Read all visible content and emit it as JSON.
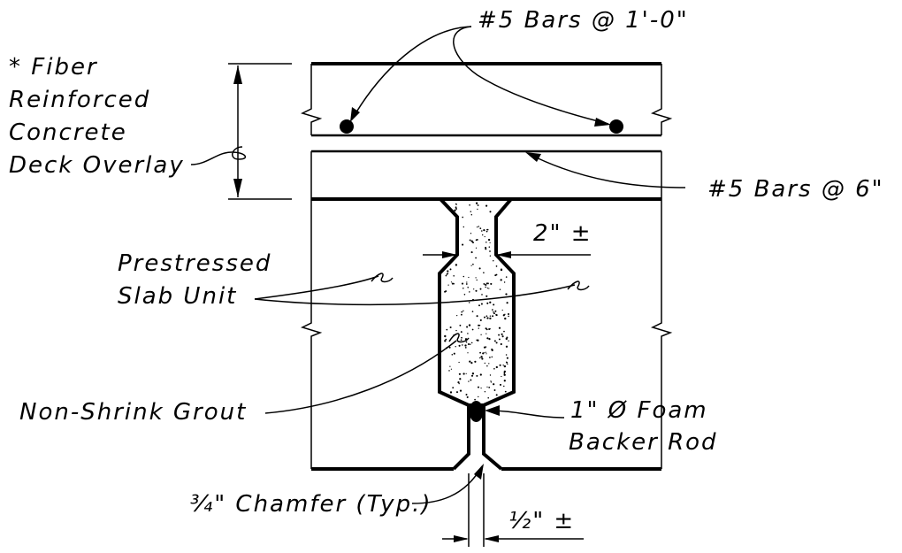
{
  "labels": {
    "fiber_line1": "* Fiber",
    "fiber_line2": "Reinforced",
    "fiber_line3": "Concrete",
    "fiber_line4": "Deck Overlay",
    "bars_top": "#5 Bars @ 1'-0\"",
    "bars_6": "#5 Bars @ 6\"",
    "dim_2in": "2\" ±",
    "prestressed_line1": "Prestressed",
    "prestressed_line2": "Slab Unit",
    "grout": "Non-Shrink Grout",
    "foam_line1": "1\" Ø Foam",
    "foam_line2": "Backer Rod",
    "chamfer": "¾\" Chamfer (Typ.)",
    "dim_half": "½\" ±"
  }
}
